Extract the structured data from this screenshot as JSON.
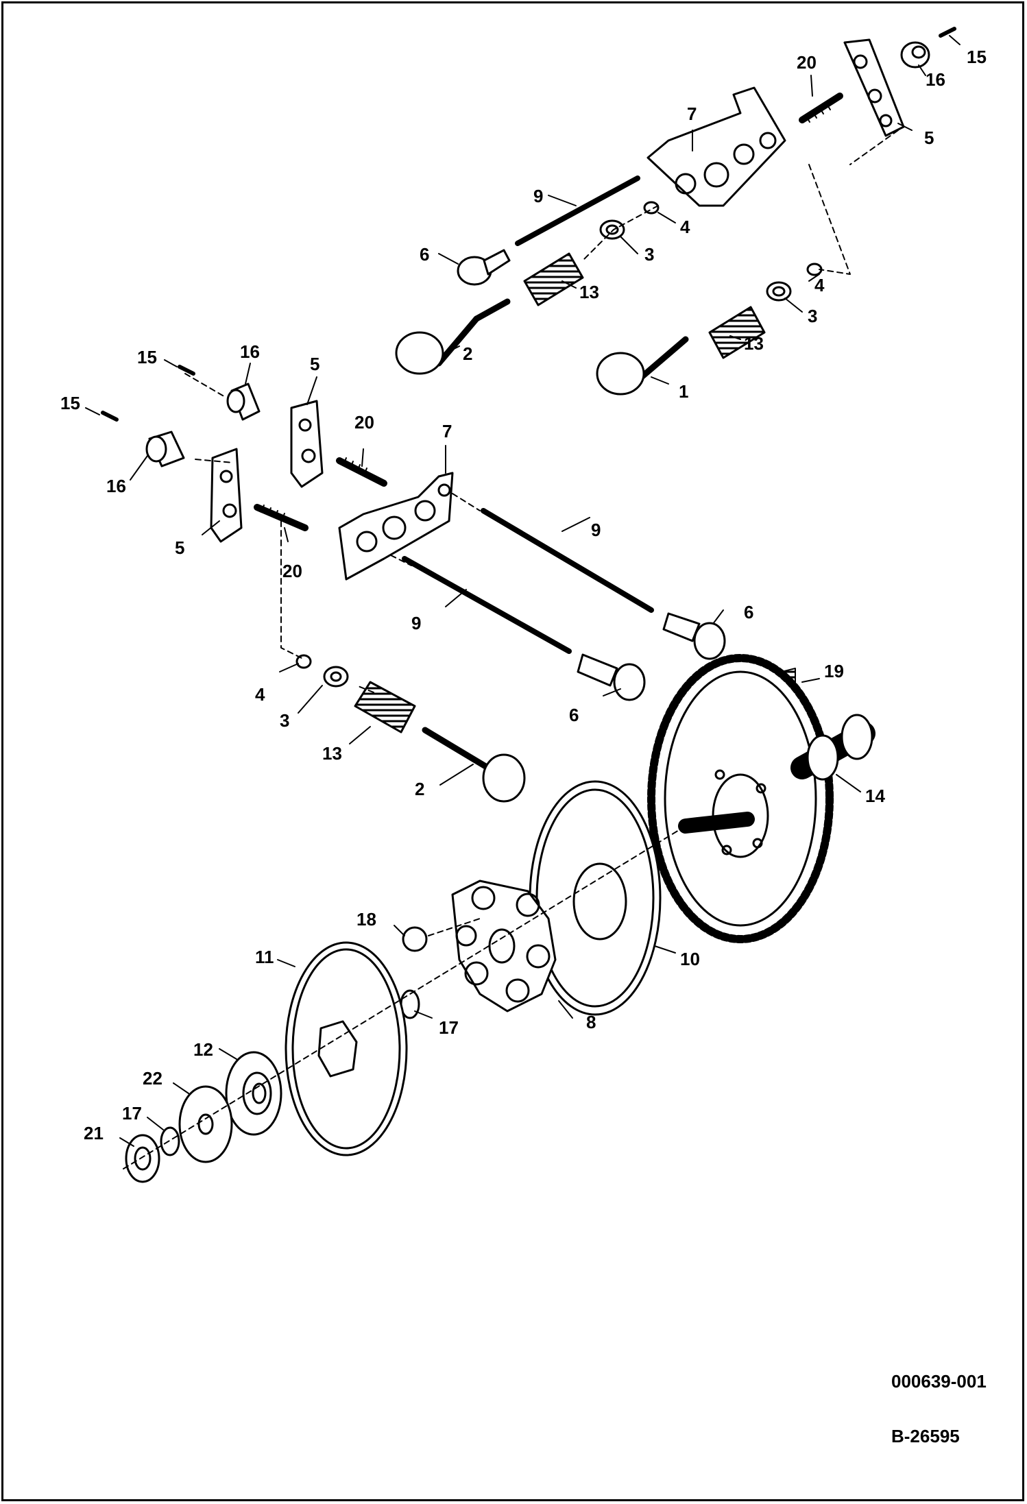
{
  "drawing_number": "000639-001",
  "figure_code": "B-26595",
  "callouts": [
    {
      "id": "c15-top-right",
      "text": "15"
    },
    {
      "id": "c16-top-right",
      "text": "16"
    },
    {
      "id": "c20-top-right",
      "text": "20"
    },
    {
      "id": "c5-top-right",
      "text": "5"
    },
    {
      "id": "c7-top",
      "text": "7"
    },
    {
      "id": "c9-top",
      "text": "9"
    },
    {
      "id": "c4-top-a",
      "text": "4"
    },
    {
      "id": "c3-top-a",
      "text": "3"
    },
    {
      "id": "c6-top",
      "text": "6"
    },
    {
      "id": "c13-top-a",
      "text": "13"
    },
    {
      "id": "c2-top",
      "text": "2"
    },
    {
      "id": "c4-top-b",
      "text": "4"
    },
    {
      "id": "c3-top-b",
      "text": "3"
    },
    {
      "id": "c13-top-b",
      "text": "13"
    },
    {
      "id": "c1",
      "text": "1"
    },
    {
      "id": "c15-left-a",
      "text": "15"
    },
    {
      "id": "c16-left-a",
      "text": "16"
    },
    {
      "id": "c5-left-a",
      "text": "5"
    },
    {
      "id": "c15-left-b",
      "text": "15"
    },
    {
      "id": "c16-left-b",
      "text": "16"
    },
    {
      "id": "c20-mid",
      "text": "20"
    },
    {
      "id": "c7-mid",
      "text": "7"
    },
    {
      "id": "c5-left-b",
      "text": "5"
    },
    {
      "id": "c20-left",
      "text": "20"
    },
    {
      "id": "c9-mid-a",
      "text": "9"
    },
    {
      "id": "c9-mid-b",
      "text": "9"
    },
    {
      "id": "c6-mid-a",
      "text": "6"
    },
    {
      "id": "c6-mid-b",
      "text": "6"
    },
    {
      "id": "c19",
      "text": "19"
    },
    {
      "id": "c4-mid",
      "text": "4"
    },
    {
      "id": "c3-mid",
      "text": "3"
    },
    {
      "id": "c13-mid",
      "text": "13"
    },
    {
      "id": "c2-mid",
      "text": "2"
    },
    {
      "id": "c14",
      "text": "14"
    },
    {
      "id": "c18",
      "text": "18"
    },
    {
      "id": "c11",
      "text": "11"
    },
    {
      "id": "c10",
      "text": "10"
    },
    {
      "id": "c17-a",
      "text": "17"
    },
    {
      "id": "c8",
      "text": "8"
    },
    {
      "id": "c12",
      "text": "12"
    },
    {
      "id": "c22",
      "text": "22"
    },
    {
      "id": "c17-b",
      "text": "17"
    },
    {
      "id": "c21",
      "text": "21"
    }
  ]
}
